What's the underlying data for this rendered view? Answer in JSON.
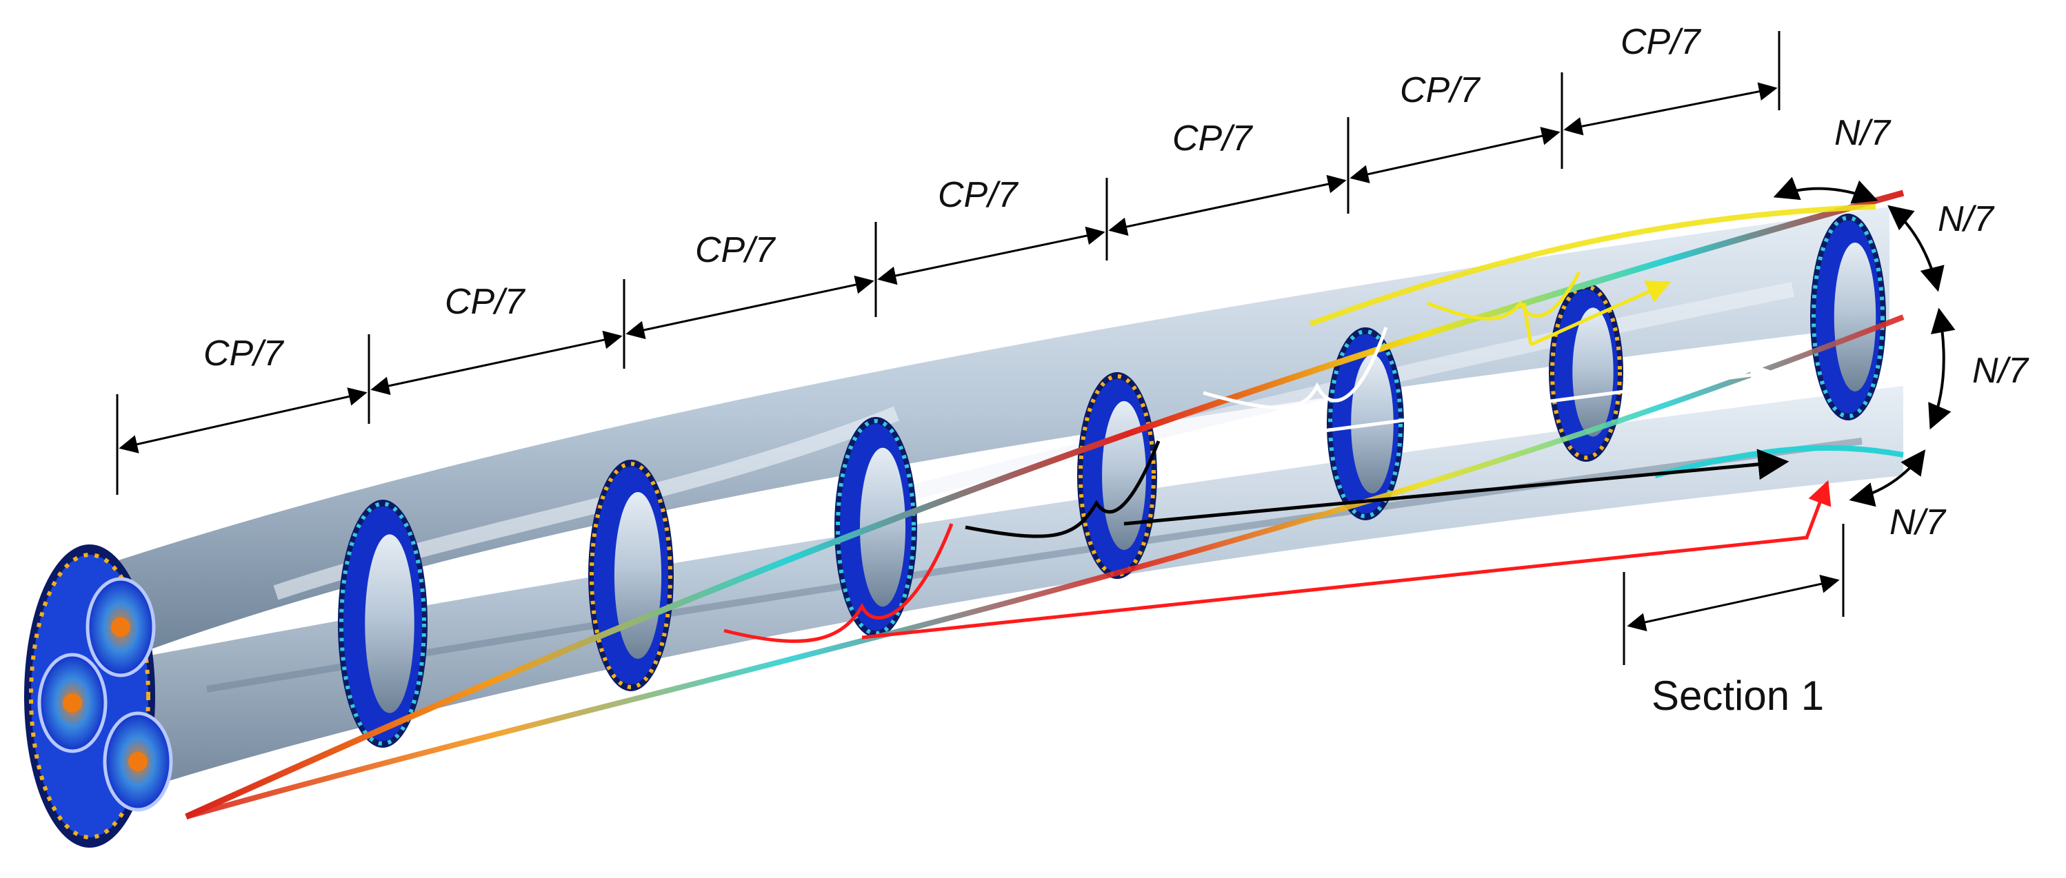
{
  "labels": {
    "cp": [
      "CP/7",
      "CP/7",
      "CP/7",
      "CP/7",
      "CP/7",
      "CP/7",
      "CP/7"
    ],
    "n": [
      "N/7",
      "N/7",
      "N/7",
      "N/7"
    ],
    "section": "Section 1"
  },
  "colors": {
    "background": "#ffffff",
    "tube": "#b9c9d9",
    "tube_shade": "#7f93a8",
    "disk": "#1230c8",
    "disk_rim": "#0a1a66",
    "helix_red": "#e0231f",
    "helix_yellow": "#f2e318",
    "helix_cyan": "#2ad1d4",
    "arrow_yellow": "#f4e61a",
    "arrow_white": "#ffffff",
    "arrow_black": "#000000",
    "arrow_red": "#ff1a1a",
    "dimension": "#000000"
  }
}
